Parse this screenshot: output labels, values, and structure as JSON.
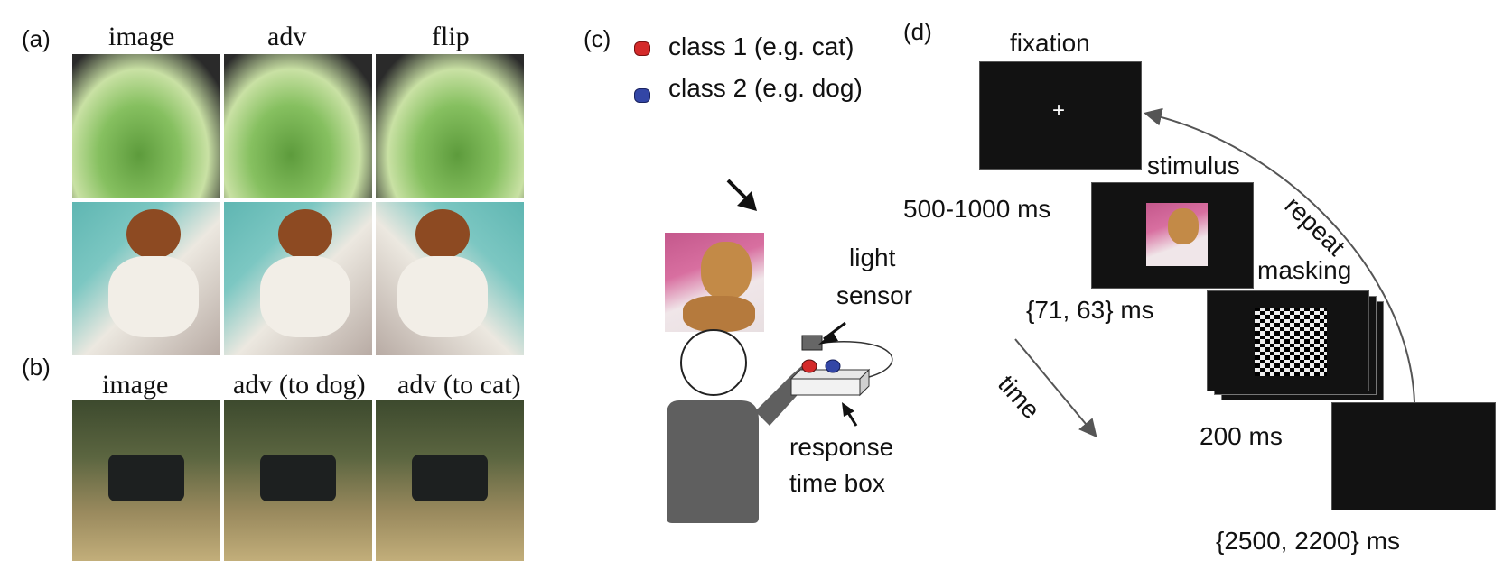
{
  "panels": {
    "a": {
      "letter": "(a)",
      "col_labels": [
        "image",
        "adv",
        "flip"
      ]
    },
    "b": {
      "letter": "(b)",
      "col_labels": [
        "image",
        "adv (to dog)",
        "adv (to cat)"
      ]
    },
    "c": {
      "letter": "(c)",
      "legend": [
        {
          "label": "class 1 (e.g. cat)",
          "color": "#d42a2a"
        },
        {
          "label": "class 2 (e.g. dog)",
          "color": "#3346a6"
        }
      ],
      "light_sensor": [
        "light",
        "sensor"
      ],
      "response_box": [
        "response",
        "time box"
      ]
    },
    "d": {
      "letter": "(d)",
      "fixation": "fixation",
      "fixation_mark": "+",
      "stimulus": "stimulus",
      "masking": "masking",
      "repeat": "repeat",
      "time": "time",
      "t_fixation": "500-1000 ms",
      "t_stimulus": "{71, 63} ms",
      "t_mask": "200 ms",
      "t_response": "{2500, 2200} ms"
    }
  },
  "colors": {
    "screen": "#121212",
    "person": "#5f5f5f",
    "cabbage": "#7fb85a",
    "dog_fur": "#c38a47",
    "background_pink": "#c4588c"
  }
}
